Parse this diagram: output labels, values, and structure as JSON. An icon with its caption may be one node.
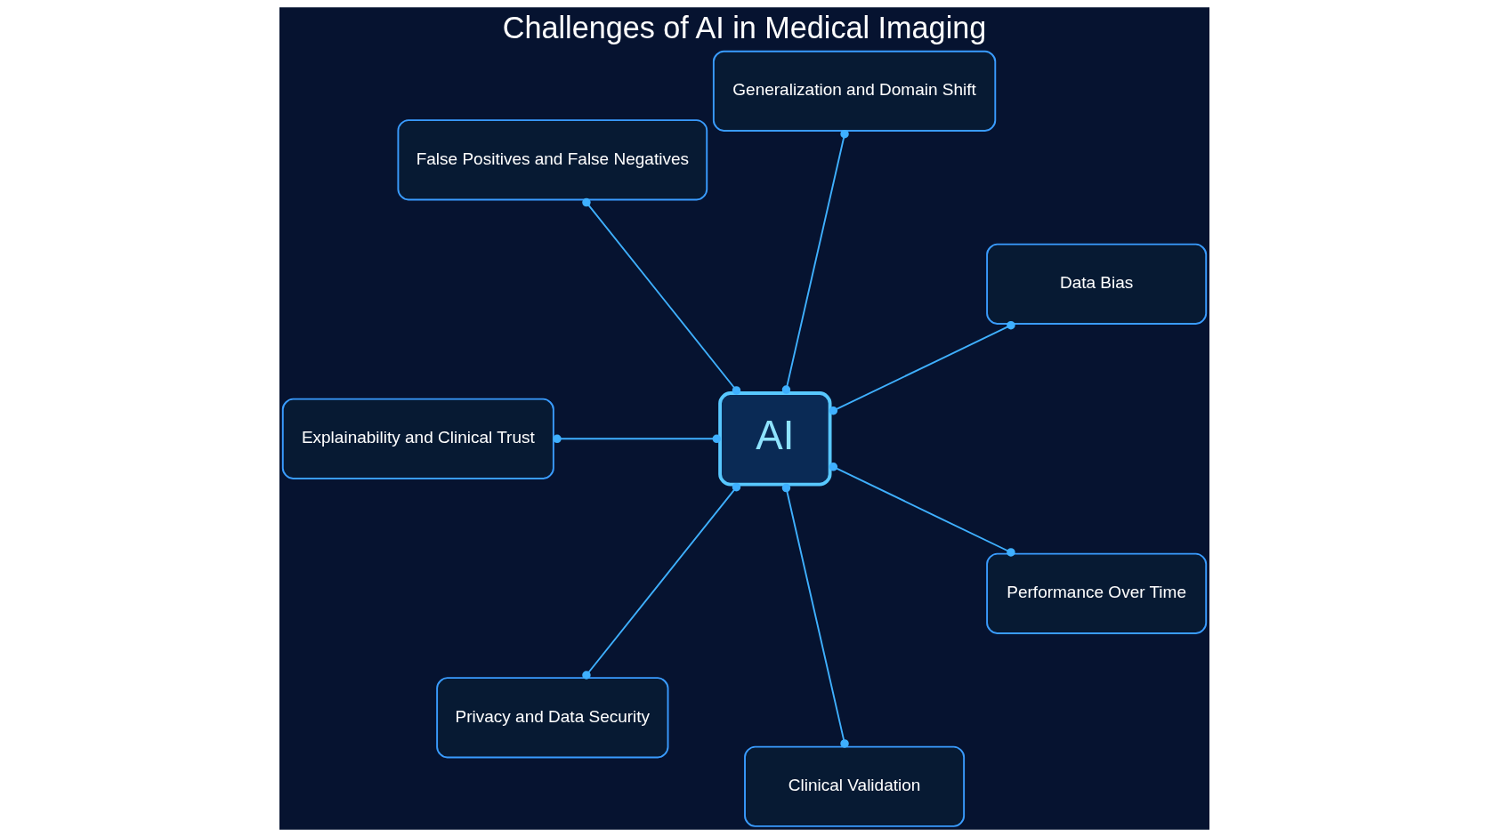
{
  "diagram": {
    "title": "Challenges of AI in Medical Imaging",
    "nodes": [
      {
        "text": [
          "AI"
        ]
      },
      {
        "text": [
          "Data Bias"
        ]
      },
      {
        "text": [
          "Generalization and Domain Shift"
        ]
      },
      {
        "text": [
          "False Positives and False Negatives"
        ]
      },
      {
        "text": [
          "Explainability and Clinical Trust"
        ]
      },
      {
        "text": [
          "Privacy and Data Security"
        ]
      },
      {
        "text": [
          "Clinical Validation"
        ]
      },
      {
        "text": [
          "Performance Over Time"
        ]
      }
    ],
    "edges": [
      {
        "from": 0,
        "to": 1,
        "arrow": "other"
      },
      {
        "from": 0,
        "to": 2,
        "arrow": "other"
      },
      {
        "from": 0,
        "to": 3,
        "arrow": "other"
      },
      {
        "from": 0,
        "to": 4,
        "arrow": "other"
      },
      {
        "from": 0,
        "to": 5,
        "arrow": "other"
      },
      {
        "from": 0,
        "to": 6,
        "arrow": "other"
      },
      {
        "from": 0,
        "to": 7,
        "arrow": "other"
      }
    ]
  }
}
